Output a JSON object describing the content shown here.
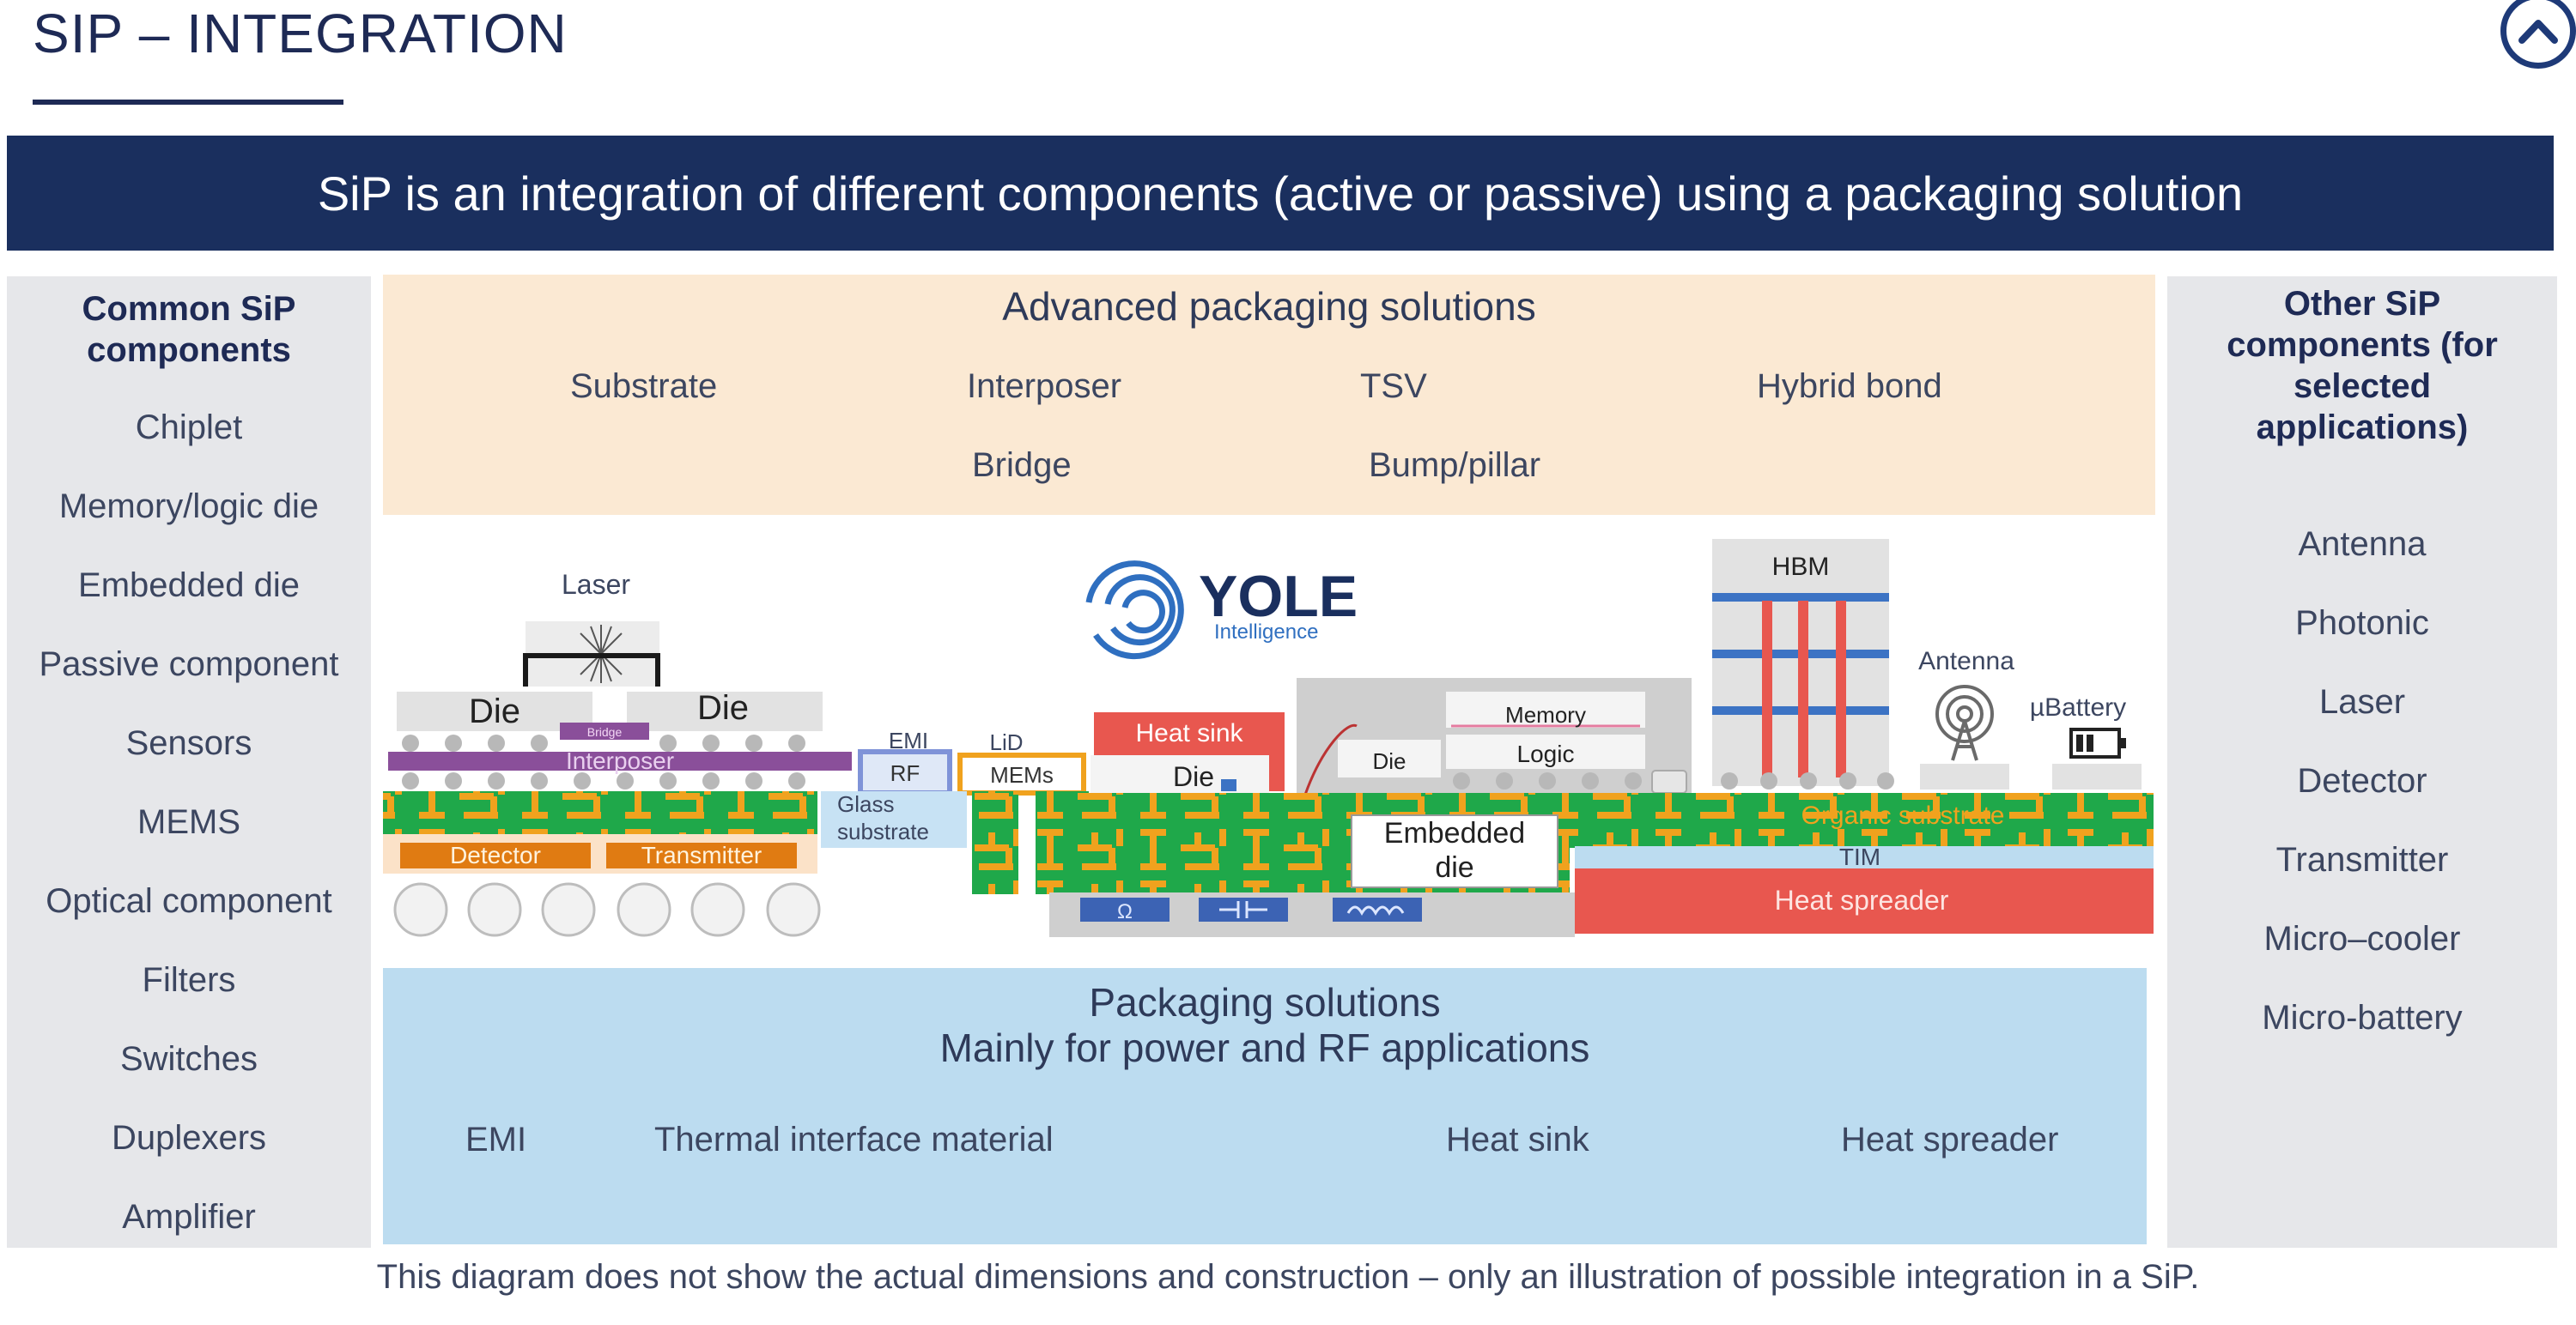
{
  "header": {
    "title": "SIP – INTEGRATION",
    "banner": "SiP is an integration of different components (active or passive) using a packaging solution"
  },
  "left_panel": {
    "title": "Common SiP components",
    "items": [
      "Chiplet",
      "Memory/logic die",
      "Embedded die",
      "Passive component",
      "Sensors",
      "MEMS",
      "Optical component",
      "Filters",
      "Switches",
      "Duplexers",
      "Amplifier"
    ]
  },
  "right_panel": {
    "title": "Other SiP components (for selected applications)",
    "items": [
      "Antenna",
      "Photonic",
      "Laser",
      "Detector",
      "Transmitter",
      "Micro–cooler",
      "Micro-battery"
    ]
  },
  "advanced": {
    "title": "Advanced packaging solutions",
    "row1": [
      "Substrate",
      "Interposer",
      "TSV",
      "Hybrid bond"
    ],
    "row2": [
      "Bridge",
      "Bump/pillar"
    ]
  },
  "packaging": {
    "title_line1": "Packaging solutions",
    "title_line2": "Mainly for power and RF applications",
    "items": [
      "EMI",
      "Thermal interface material",
      "Heat sink",
      "Heat spreader"
    ]
  },
  "diagram": {
    "laser": "Laser",
    "die_left": "Die",
    "die_right": "Die",
    "bridge": "Bridge",
    "interposer": "Interposer",
    "detector": "Detector",
    "transmitter": "Transmitter",
    "emi": "EMI",
    "rf": "RF",
    "lid": "LiD",
    "mems": "MEMs",
    "glass_substrate_1": "Glass",
    "glass_substrate_2": "substrate",
    "heat_sink": "Heat sink",
    "die_center": "Die",
    "die_mold": "Die",
    "memory": "Memory",
    "logic": "Logic",
    "embedded_die_1": "Embedded",
    "embedded_die_2": "die",
    "hbm": "HBM",
    "antenna": "Antenna",
    "battery": "µBattery",
    "organic_substrate": "Organic substrate",
    "tim": "TIM",
    "heat_spreader": "Heat spreader",
    "logo_name": "YOLE",
    "logo_sub": "Intelligence"
  },
  "footnote": "This diagram does not show the actual dimensions and construction – only an illustration of possible integration in a SiP.",
  "colors": {
    "navy": "#1a2f5e",
    "substrate_green": "#1fa84a",
    "trace_orange": "#f0a21e",
    "interposer_purple": "#8a4f9a",
    "heat_red": "#e8574f",
    "light_blue": "#bcdcf0",
    "peach": "#fbe9d3"
  }
}
